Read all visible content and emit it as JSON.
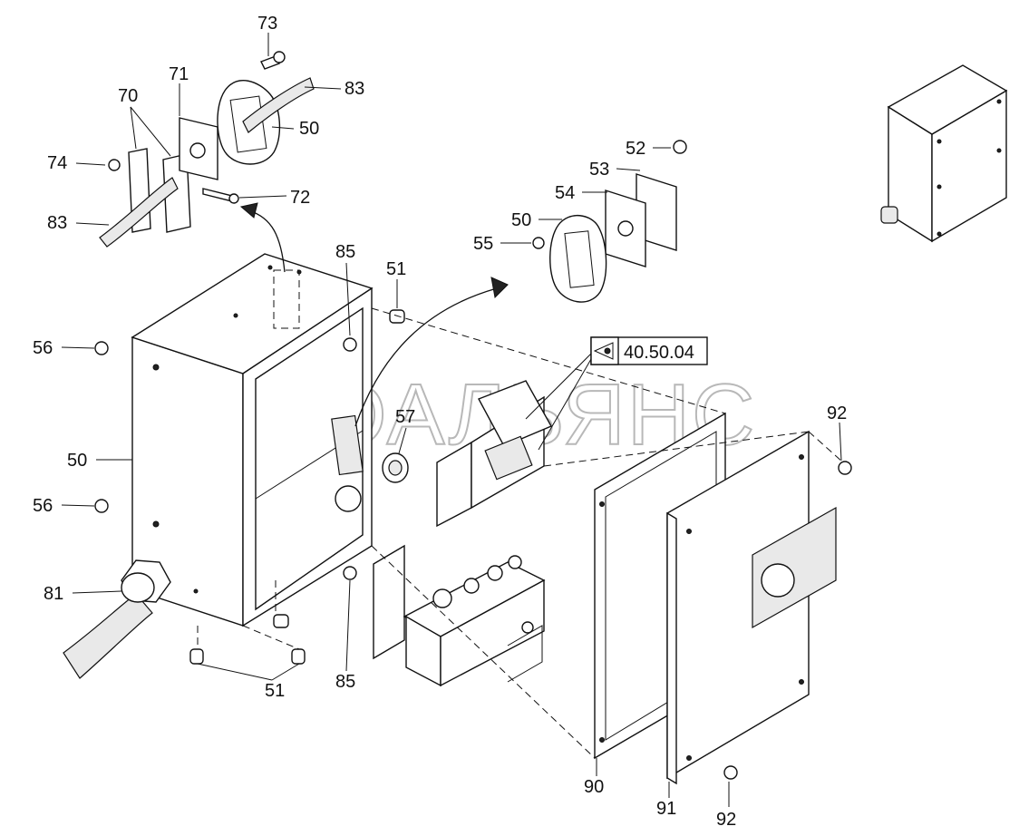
{
  "watermark": "АВТОАЛЬЯНС",
  "reference": {
    "code": "40.50.04",
    "icon": "eye-view-icon"
  },
  "callouts": [
    {
      "id": "c73",
      "text": "73"
    },
    {
      "id": "c71",
      "text": "71"
    },
    {
      "id": "c70",
      "text": "70"
    },
    {
      "id": "c83a",
      "text": "83"
    },
    {
      "id": "c50a",
      "text": "50"
    },
    {
      "id": "c74",
      "text": "74"
    },
    {
      "id": "c72",
      "text": "72"
    },
    {
      "id": "c83b",
      "text": "83"
    },
    {
      "id": "c52",
      "text": "52"
    },
    {
      "id": "c53",
      "text": "53"
    },
    {
      "id": "c54",
      "text": "54"
    },
    {
      "id": "c50b",
      "text": "50"
    },
    {
      "id": "c55",
      "text": "55"
    },
    {
      "id": "c85a",
      "text": "85"
    },
    {
      "id": "c51a",
      "text": "51"
    },
    {
      "id": "c56a",
      "text": "56"
    },
    {
      "id": "c57",
      "text": "57"
    },
    {
      "id": "c92a",
      "text": "92"
    },
    {
      "id": "c50c",
      "text": "50"
    },
    {
      "id": "c56b",
      "text": "56"
    },
    {
      "id": "c81",
      "text": "81"
    },
    {
      "id": "c51b",
      "text": "51"
    },
    {
      "id": "c85b",
      "text": "85"
    },
    {
      "id": "c90",
      "text": "90"
    },
    {
      "id": "c91",
      "text": "91"
    },
    {
      "id": "c92b",
      "text": "92"
    }
  ]
}
